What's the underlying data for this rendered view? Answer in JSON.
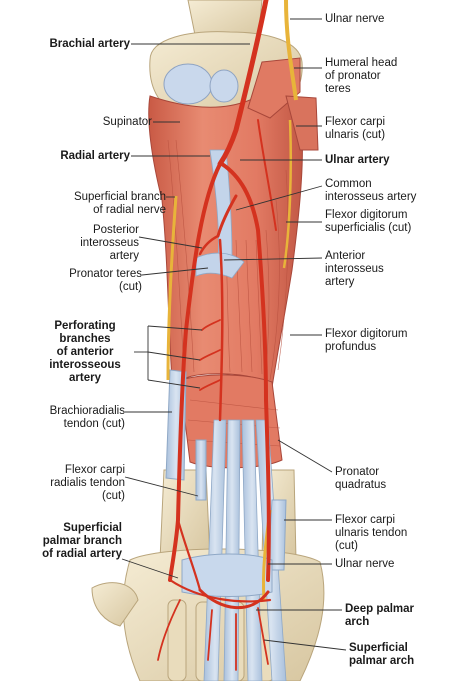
{
  "colors": {
    "bone": "#eee2c4",
    "bone_shadow": "#cdbd95",
    "cartilage": "#c9d8ec",
    "muscle": "#e3826c",
    "muscle_dark": "#c45a47",
    "muscle_light": "#efa591",
    "tendon": "#bdd0e6",
    "tendon_dark": "#8fa8c6",
    "artery": "#d4321f",
    "artery_dark": "#9e1e12",
    "nerve": "#e8b43a",
    "leader": "#333333"
  },
  "labels": {
    "ulnar_nerve_top": "Ulnar nerve",
    "brachial_artery": "Brachial artery",
    "humeral_head": [
      "Humeral head",
      "of pronator",
      "teres"
    ],
    "supinator": "Supinator",
    "flexor_carpi_ulnaris_cut": [
      "Flexor carpi",
      "ulnaris (cut)"
    ],
    "radial_artery": "Radial artery",
    "ulnar_artery": "Ulnar artery",
    "common_interosseus": [
      "Common",
      "interosseus artery"
    ],
    "superficial_branch_radial_nerve": [
      "Superficial branch",
      "of radial nerve"
    ],
    "flexor_digitorum_superficialis": [
      "Flexor digitorum",
      "superficialis (cut)"
    ],
    "posterior_interosseus": [
      "Posterior",
      "interosseus",
      "artery"
    ],
    "anterior_interosseus": [
      "Anterior",
      "interosseus",
      "artery"
    ],
    "pronator_teres_cut": [
      "Pronator teres",
      "(cut)"
    ],
    "perforating_branches": [
      "Perforating",
      "branches",
      "of anterior",
      "interosseous",
      "artery"
    ],
    "flexor_digitorum_profundus": [
      "Flexor digitorum",
      "profundus"
    ],
    "brachioradialis_tendon": [
      "Brachioradialis",
      "tendon (cut)"
    ],
    "flexor_carpi_radialis_tendon": [
      "Flexor carpi",
      "radialis tendon",
      "(cut)"
    ],
    "pronator_quadratus": [
      "Pronator",
      "quadratus"
    ],
    "flexor_carpi_ulnaris_tendon": [
      "Flexor carpi",
      "ulnaris tendon",
      "(cut)"
    ],
    "superficial_palmar_branch": [
      "Superficial",
      "palmar branch",
      "of radial artery"
    ],
    "ulnar_nerve_bottom": "Ulnar nerve",
    "deep_palmar_arch": [
      "Deep palmar",
      "arch"
    ],
    "superficial_palmar_arch": [
      "Superficial",
      "palmar arch"
    ]
  }
}
